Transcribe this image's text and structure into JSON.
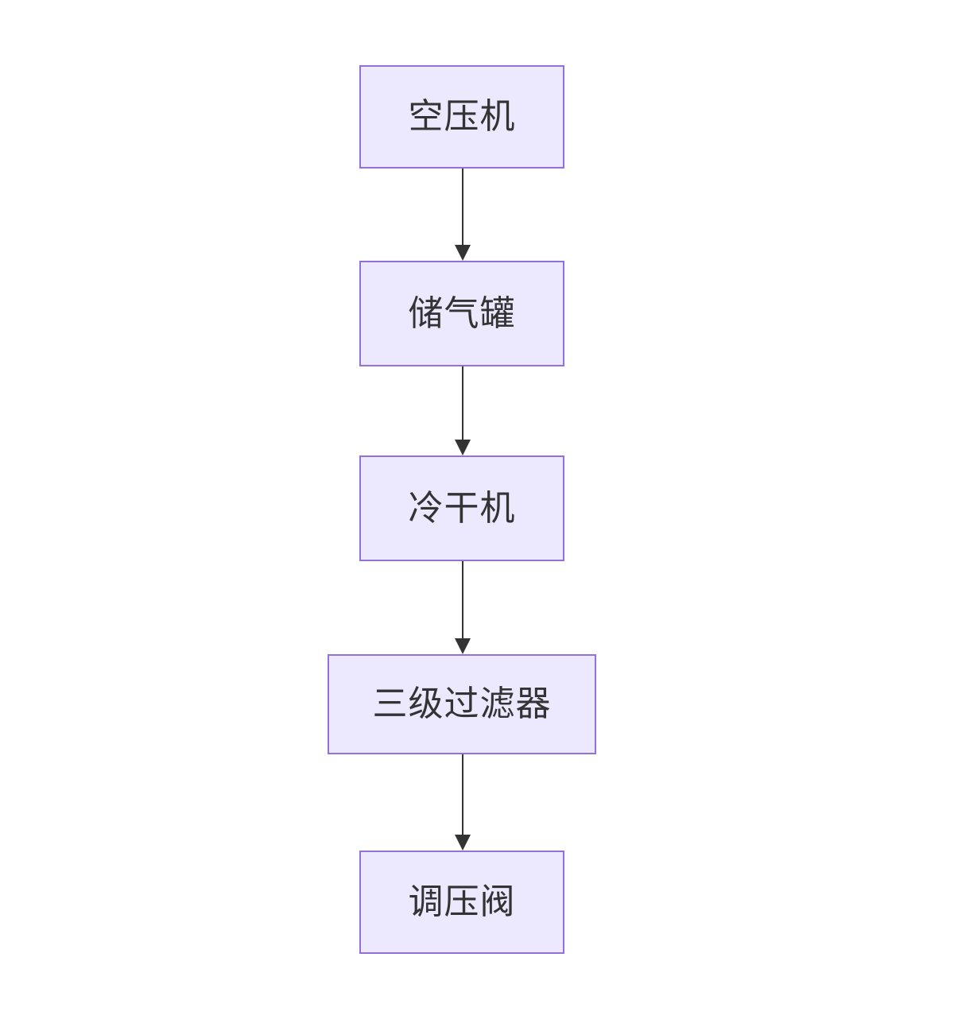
{
  "diagram": {
    "type": "flowchart",
    "direction": "top-to-bottom",
    "background_color": "#ffffff",
    "node_fill_color": "#ECE8FD",
    "node_border_color": "#9370DB",
    "node_text_color": "#333333",
    "edge_color": "#333333",
    "nodes": [
      {
        "id": "n1",
        "label": "空压机"
      },
      {
        "id": "n2",
        "label": "储气罐"
      },
      {
        "id": "n3",
        "label": "冷干机"
      },
      {
        "id": "n4",
        "label": "三级过滤器"
      },
      {
        "id": "n5",
        "label": "调压阀"
      }
    ],
    "edges": [
      {
        "id": "e1",
        "from": "n1",
        "to": "n2",
        "label": "",
        "arrow": "arrow-head-icon"
      },
      {
        "id": "e2",
        "from": "n2",
        "to": "n3",
        "label": "",
        "arrow": "arrow-head-icon"
      },
      {
        "id": "e3",
        "from": "n3",
        "to": "n4",
        "label": "",
        "arrow": "arrow-head-icon"
      },
      {
        "id": "e4",
        "from": "n4",
        "to": "n5",
        "label": "",
        "arrow": "arrow-head-icon"
      }
    ]
  }
}
